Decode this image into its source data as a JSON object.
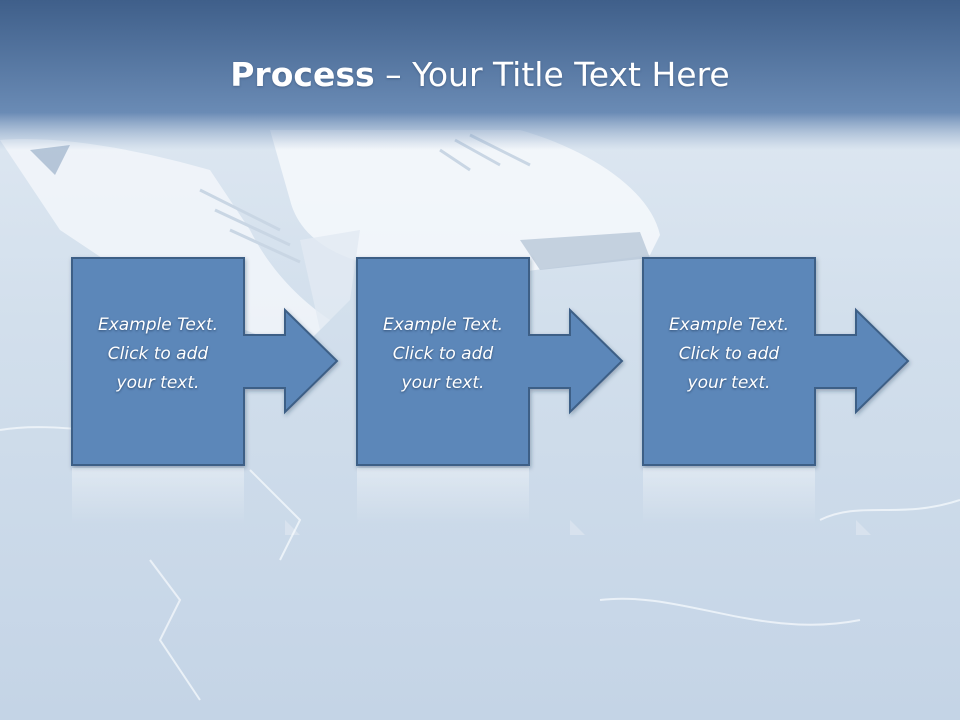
{
  "slide": {
    "title_bold": "Process",
    "title_rest": " – Your Title Text Here"
  },
  "steps": [
    {
      "line1": "Example Text.",
      "line2": "Click  to add",
      "line3": "your text."
    },
    {
      "line1": "Example Text.",
      "line2": "Click  to add",
      "line3": "your text."
    },
    {
      "line1": "Example Text.",
      "line2": "Click  to add",
      "line3": "your text."
    }
  ],
  "colors": {
    "header_top": "#3f5f8a",
    "header_bottom": "#6a8bb5",
    "box_fill": "#5b87b9",
    "box_border": "#3e5f86",
    "ice": "#d5e0ec"
  }
}
